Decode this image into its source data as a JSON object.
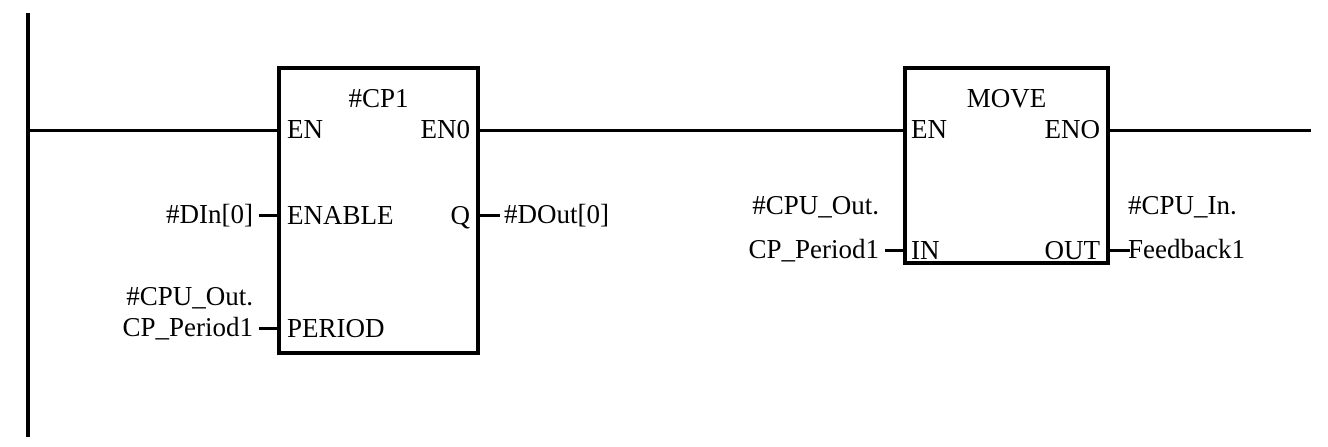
{
  "diagram": {
    "type": "plc-function-block-diagram",
    "language": "LAD/FBD rung",
    "colors": {
      "background": "#ffffff",
      "line": "#000000",
      "text": "#000000"
    },
    "power_rail": {
      "name": "left-power-rail"
    },
    "blocks": [
      {
        "id": "cp1",
        "title": "#CP1",
        "inputs": [
          {
            "pin": "EN",
            "operand": null
          },
          {
            "pin": "ENABLE",
            "operand_lines": [
              "#DIn[0]"
            ]
          },
          {
            "pin": "PERIOD",
            "operand_lines": [
              "#CPU_Out.",
              "CP_Period1"
            ]
          }
        ],
        "outputs": [
          {
            "pin": "EN0",
            "operand": null
          },
          {
            "pin": "Q",
            "operand_lines": [
              "#DOut[0]"
            ]
          }
        ]
      },
      {
        "id": "move",
        "title": "MOVE",
        "inputs": [
          {
            "pin": "EN",
            "operand": null
          },
          {
            "pin": "IN",
            "operand_lines": [
              "#CPU_Out.",
              "CP_Period1"
            ]
          }
        ],
        "outputs": [
          {
            "pin": "ENO",
            "operand": null
          },
          {
            "pin": "OUT",
            "operand_lines": [
              "#CPU_In.",
              "Feedback1"
            ]
          }
        ]
      }
    ],
    "labels": {
      "cp1_title": "#CP1",
      "cp1_en": "EN",
      "cp1_en0": "EN0",
      "cp1_enable": "ENABLE",
      "cp1_q": "Q",
      "cp1_period": "PERIOD",
      "din0": "#DIn[0]",
      "dout0": "#DOut[0]",
      "cpu_out_line1": "#CPU_Out.",
      "cpu_out_line2": "CP_Period1",
      "move_title": "MOVE",
      "move_en": "EN",
      "move_eno": "ENO",
      "move_in": "IN",
      "move_out": "OUT",
      "move_in_line1": "#CPU_Out.",
      "move_in_line2": "CP_Period1",
      "move_out_line1": "#CPU_In.",
      "move_out_line2": "Feedback1"
    }
  }
}
